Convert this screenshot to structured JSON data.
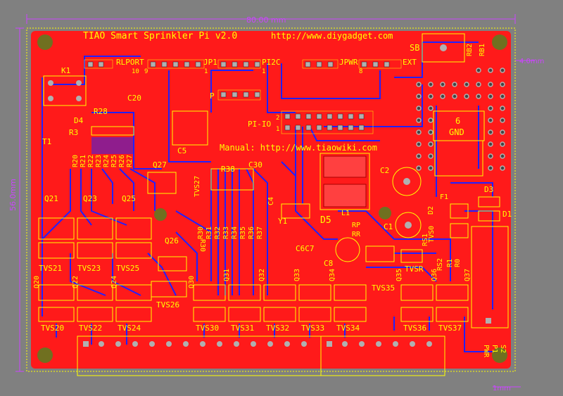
{
  "board": {
    "title": "TIAO Smart Sprinkler Pi v2.0",
    "url": "http://www.diygadget.com",
    "manual": "Manual: http://www.tiaowiki.com",
    "colors": {
      "copper": "#ff1a1a",
      "trace": "#2020ff",
      "silk": "#ffff00",
      "pad": "#b0b0b0",
      "hole": "#707020",
      "dim": "#cc44ff",
      "bg": "#808080"
    }
  },
  "dimensions": {
    "width": "80.00 mm",
    "height": "56.0mm",
    "corner": "4.0mm",
    "pin": "1mm"
  },
  "headers": {
    "rlport": "RLPORT",
    "jp1": "JP1",
    "pi2c": "PI2C",
    "jpwr": "JPWR",
    "ext": "EXT",
    "sb": "SB",
    "pi_io": "PI-IO",
    "p": "P",
    "pin10": "10",
    "pin9": "9",
    "pin1": "1",
    "pin2": "2",
    "pin8": "8"
  },
  "components": {
    "k1": "K1",
    "d4": "D4",
    "r3": "R3",
    "t1": "T1",
    "r28": "R28",
    "c20": "C20",
    "c5": "C5",
    "r20": "R20",
    "r21": "R21",
    "r22": "R22",
    "r23": "R23",
    "r24": "R24",
    "r25": "R25",
    "r26": "R26",
    "r27": "R27",
    "q27": "Q27",
    "tvs27": "TVS27",
    "r38": "R38",
    "c30": "C30",
    "c4": "C4",
    "y1": "Y1",
    "d5": "D5",
    "l1": "L1",
    "rp": "RP",
    "rr": "RR",
    "c6c7": "C6C7",
    "c8": "C8",
    "c1": "C1",
    "c2": "C2",
    "d2": "D2",
    "d3": "D3",
    "d1": "D1",
    "f1": "F1",
    "rs1": "RS1",
    "rs2": "RS2",
    "tvsr": "TVSR",
    "tvs0": "TVS0",
    "r1": "R1",
    "r0": "R0",
    "q21": "Q21",
    "q23": "Q23",
    "q25": "Q25",
    "q26": "Q26",
    "tvs21": "TVS21",
    "tvs23": "TVS23",
    "tvs25": "TVS25",
    "tvs26": "TVS26",
    "q20": "Q20",
    "q22": "Q22",
    "q24": "Q24",
    "q30": "Q30",
    "q31": "Q31",
    "q32": "Q32",
    "q33": "Q33",
    "q34": "Q34",
    "q35": "Q35",
    "q36": "Q36",
    "q37": "Q37",
    "tvs20": "TVS20",
    "tvs22": "TVS22",
    "tvs24": "TVS24",
    "tvs30": "TVS30",
    "tvs31": "TVS31",
    "tvs32": "TVS32",
    "tvs33": "TVS33",
    "tvs34": "TVS34",
    "tvs35": "TVS35",
    "tvs36": "TVS36",
    "tvs37": "TVS37",
    "r30": "R30",
    "r31": "R31",
    "r32": "R32",
    "r33": "R33",
    "r34": "R34",
    "r35": "R35",
    "r36": "R36",
    "r37": "R37",
    "rb2": "RB2",
    "rb1": "RB1",
    "gnd_num": "6",
    "gnd": "GND",
    "s2": "S2",
    "p1": "P1",
    "pwr": "PWR"
  }
}
